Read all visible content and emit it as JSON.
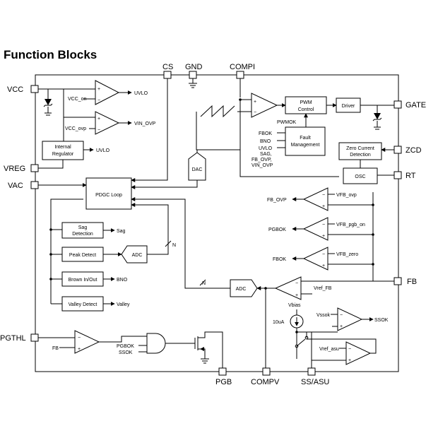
{
  "title": "Function Blocks",
  "pins": {
    "vcc": "VCC",
    "vreg": "VREG",
    "vac": "VAC",
    "pgthl": "PGTHL",
    "cs": "CS",
    "gnd": "GND",
    "compi": "COMPI",
    "gate": "GATE",
    "zcd": "ZCD",
    "rt": "RT",
    "fb": "FB",
    "pgb": "PGB",
    "compv": "COMPV",
    "ss_asu": "SS/ASU"
  },
  "blocks": {
    "internal_regulator": [
      "Internal",
      "Regulator"
    ],
    "pdgc_loop": "PDGC Loop",
    "sag_detection": [
      "Sag",
      "Detection"
    ],
    "peak_detect": "Peak Detect",
    "brown_in_out": "Brown In/Out",
    "valley_detect": "Valley Detect",
    "pwm_control": [
      "PWM",
      "Control"
    ],
    "driver": "Driver",
    "fault_management": [
      "Fault",
      "Management"
    ],
    "zero_current_detection": [
      "Zero Current",
      "Detection"
    ],
    "osc": "OSC",
    "dac": "DAC",
    "adc_peak": "ADC",
    "adc_main": "ADC"
  },
  "signals": {
    "vcc_on": "VCC_on",
    "vcc_ovp": "VCC_ovp",
    "uvlo": "UVLO",
    "vin_ovp": "VIN_OVP",
    "uvlo_reg": "UVLO",
    "sag": "Sag",
    "bno": "BNO",
    "valley": "Valley",
    "pwmok": "PWMOK",
    "fault_inputs": [
      "FBOK",
      "BNO",
      "UVLO",
      "SAG,",
      "FB_OVP,",
      "VIN_OVP"
    ],
    "fb_ovp": "FB_OVP",
    "vfb_ovp": "VFB_ovp",
    "pgbok": "PGBOK",
    "vfb_pgb_on": "VFB_pgb_on",
    "fbok": "FBOK",
    "vfb_zero": "VFB_zero",
    "vref_fb": "Vref_FB",
    "vbias": "Vbias",
    "current_10ua": "10uA",
    "vssok": "Vssok",
    "ssok": "SSOK",
    "vref_asu": "Vref_asu",
    "fb_in": "FB",
    "pgbok_in": "PGBOK",
    "ssok_in": "SSOK",
    "bus_n1": "N",
    "bus_n2": "N"
  },
  "comparator_signs": {
    "plus": "+",
    "minus": "−"
  }
}
